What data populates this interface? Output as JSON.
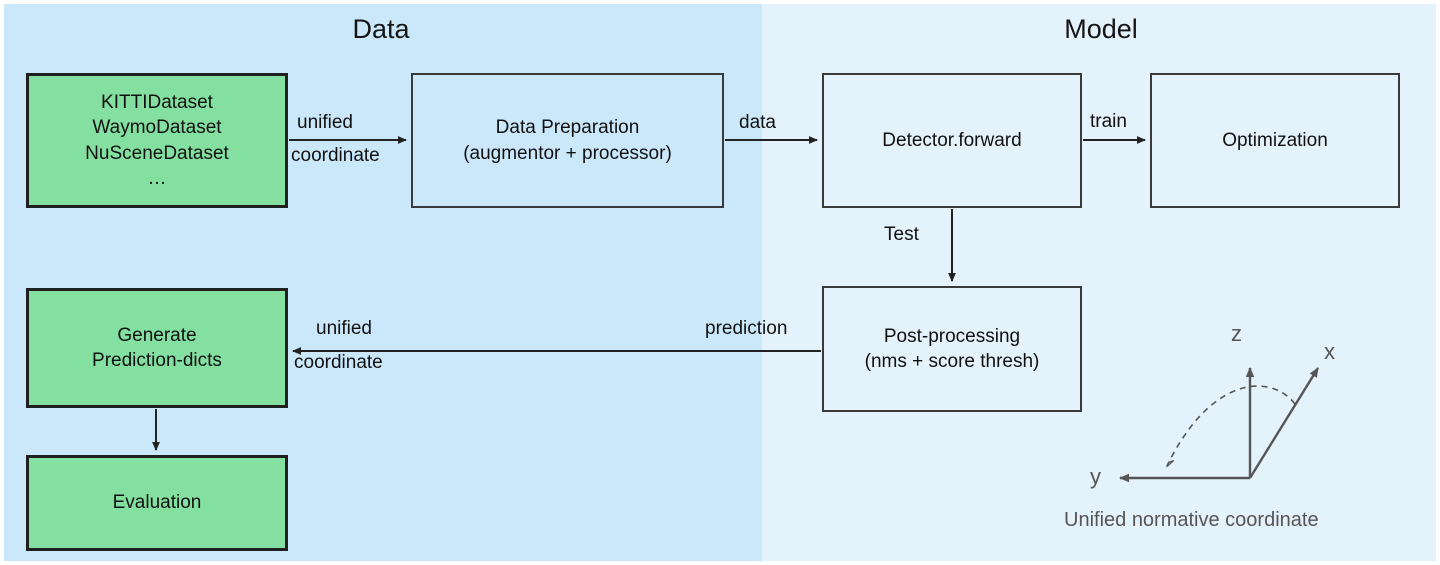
{
  "sections": {
    "data": {
      "title": "Data",
      "bg": "#cbe8fb"
    },
    "model": {
      "title": "Model",
      "bg": "#e3f2fb"
    }
  },
  "palette": {
    "green_box": "#84e0a1",
    "box_border_dark": "#1f1f1f",
    "box_border_gray": "#3a3a3a",
    "text": "#111111",
    "muted_text": "#555555"
  },
  "boxes": {
    "datasets": {
      "lines": [
        "KITTIDataset",
        "WaymoDataset",
        "NuSceneDataset",
        "…"
      ],
      "style": "green"
    },
    "data_preparation": {
      "lines": [
        "Data Preparation",
        "(augmentor + processor)"
      ],
      "style": "blue"
    },
    "detector": {
      "lines": [
        "Detector.forward"
      ],
      "style": "blue"
    },
    "optimization": {
      "lines": [
        "Optimization"
      ],
      "style": "blue"
    },
    "generate_prediction": {
      "lines": [
        "Generate",
        "Prediction-dicts"
      ],
      "style": "green"
    },
    "evaluation": {
      "lines": [
        "Evaluation"
      ],
      "style": "green"
    },
    "post_processing": {
      "lines": [
        "Post-processing",
        "(nms + score thresh)"
      ],
      "style": "blue"
    }
  },
  "edges": {
    "datasets_to_prep": {
      "label_top": "unified",
      "label_bottom": "coordinate"
    },
    "prep_to_detector": {
      "label": "data"
    },
    "detector_to_optimization": {
      "label": "train"
    },
    "detector_to_postproc": {
      "label": "Test"
    },
    "postproc_to_generate": {
      "label": "prediction",
      "label_top": "unified",
      "label_bottom": "coordinate"
    },
    "generate_to_evaluation": {
      "label": ""
    }
  },
  "coordinate_frame": {
    "axes": [
      "z",
      "x",
      "y"
    ],
    "caption": "Unified normative coordinate"
  }
}
